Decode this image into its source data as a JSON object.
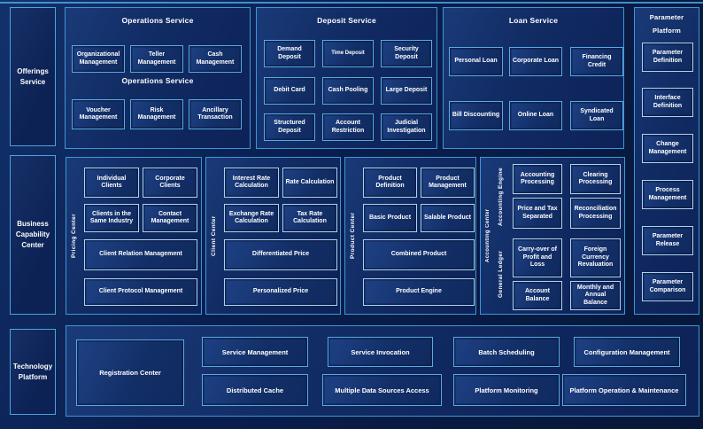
{
  "rails": {
    "offerings": "Offerings Service",
    "business": "Business Capability Center",
    "technology": "Technology Platform"
  },
  "operations": {
    "title": "Operations Service",
    "mid_title": "Operations Service",
    "row1": [
      "Organizational Management",
      "Teller Management",
      "Cash Management"
    ],
    "row2": [
      "Voucher Management",
      "Risk Management",
      "Ancillary Transaction"
    ]
  },
  "deposit": {
    "title": "Deposit Service",
    "rows": [
      [
        "Demand Deposit",
        "Time Deposit",
        "Security Deposit"
      ],
      [
        "Debit Card",
        "Cash Pooling",
        "Large Deposit"
      ],
      [
        "Structured Deposit",
        "Account Restriction",
        "Judicial Investigation"
      ]
    ]
  },
  "loan": {
    "title": "Loan Service",
    "rows": [
      [
        "Personal Loan",
        "Corporate Loan",
        "Financing Credit"
      ],
      [
        "Bill Discounting",
        "Online Loan",
        "Syndicated Loan"
      ]
    ]
  },
  "parameter_platform": {
    "title_line1": "Parameter",
    "title_line2": "Platform",
    "items": [
      "Parameter Definition",
      "Interface Definition",
      "Change Management",
      "Process Management",
      "Parameter Release",
      "Parameter Comparison"
    ]
  },
  "sections": [
    {
      "label": "Pricing Center",
      "r1c1": "Individual Clients",
      "r1c2": "Corporate Clients",
      "r2c1": "Clients in the Same Industry",
      "r2c2": "Contact Management",
      "wide1": "Client Relation Management",
      "wide2": "Client Protocol Management"
    },
    {
      "label": "Client Center",
      "r1c1": "Interest Rate Calculation",
      "r1c2": "Rate Calculation",
      "r2c1": "Exchange Rate Calculation",
      "r2c2": "Tax Rate Calculation",
      "wide1": "Differentiated Price",
      "wide2": "Personalized Price"
    },
    {
      "label": "Product Center",
      "r1c1": "Product Definition",
      "r1c2": "Product Management",
      "r2c1": "Basic Product",
      "r2c2": "Salable Product",
      "wide1": "Combined Product",
      "wide2": "Product Engine"
    }
  ],
  "accounting": {
    "label": "Accounting Center",
    "engine": {
      "label": "Accounting Engine",
      "items": [
        "Accounting Processing",
        "Clearing Processing",
        "Price and Tax Separated",
        "Reconciliation Processing"
      ]
    },
    "ledger": {
      "label": "General Ledger",
      "items": [
        "Carry-over of Profit and Loss",
        "Foreign Currency Revaluation",
        "Account Balance",
        "Monthly and Annual Balance"
      ]
    }
  },
  "technology": {
    "registration": "Registration Center",
    "row1": [
      "Service Management",
      "Service Invocation",
      "Batch Scheduling",
      "Configuration Management"
    ],
    "row2": [
      "Distributed Cache",
      "Multiple Data Sources Access",
      "Platform Monitoring",
      "Platform Operation & Maintenance"
    ]
  },
  "colors": {
    "background": "#0a1e4e",
    "container_border": "#3d96d8",
    "box_border": "#57aae2",
    "light_box_border": "#aed2ee",
    "text": "#ffffff"
  }
}
